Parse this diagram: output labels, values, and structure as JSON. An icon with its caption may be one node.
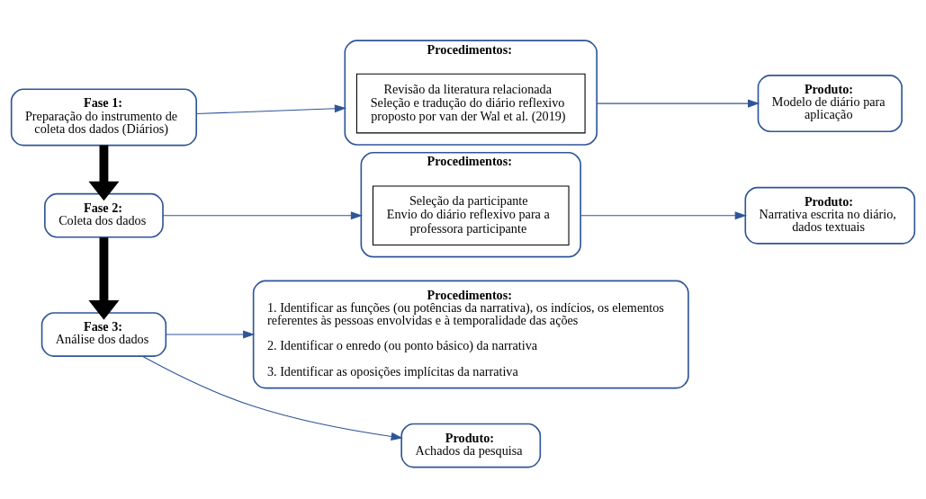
{
  "diagram": {
    "nodes": [
      {
        "text": [
          "Fase 1:",
          "Preparação do instrumento de coleta dos dados (Diários)"
        ]
      },
      {
        "text": [
          "Procedimentos:"
        ]
      },
      {
        "text": [
          "Revisão da literatura relacionada",
          "Seleção e tradução do diário reflexivo proposto por van der Wal et al. (2019)"
        ],
        "in": 1
      },
      {
        "text": [
          "Produto:",
          "Modelo de diário para aplicação"
        ]
      },
      {
        "text": [
          "Fase 2:",
          "Coleta dos dados"
        ]
      },
      {
        "text": [
          "Procedimentos:"
        ]
      },
      {
        "text": [
          "Seleção da participante",
          "Envio do diário reflexivo para a professora participante"
        ],
        "in": 5
      },
      {
        "text": [
          "Produto:",
          "Narrativa escrita no diário, dados textuais"
        ]
      },
      {
        "text": [
          "Fase 3:",
          "Análise dos dados"
        ]
      },
      {
        "text": [
          "Procedimentos:",
          "1. Identificar as funções (ou potências da narrativa), os indícios, os elementos referentes às pessoas envolvidas e à temporalidade das ações",
          "2. Identificar o enredo (ou ponto básico) da narrativa",
          "3. Identificar as oposições implícitas da narrativa"
        ]
      },
      {
        "text": [
          "Produto:",
          "Achados da pesquisa"
        ]
      }
    ],
    "edges": [
      {
        "from": 0,
        "to": 1,
        "arrow": "to"
      },
      {
        "from": 1,
        "to": 3,
        "arrow": "to"
      },
      {
        "from": 0,
        "to": 4,
        "arrow": "to",
        "style": "thick",
        "color": "#000000"
      },
      {
        "from": 4,
        "to": 5,
        "arrow": "to"
      },
      {
        "from": 5,
        "to": 7,
        "arrow": "to"
      },
      {
        "from": 4,
        "to": 8,
        "arrow": "to",
        "style": "thick",
        "color": "#000000"
      },
      {
        "from": 8,
        "to": 9,
        "arrow": "to"
      },
      {
        "from": 8,
        "to": 10,
        "arrow": "to"
      }
    ]
  }
}
